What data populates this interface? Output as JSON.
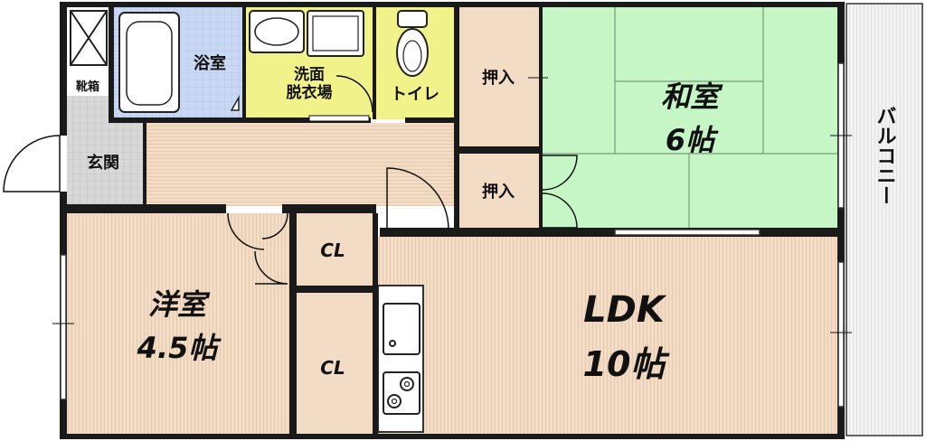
{
  "rooms": {
    "bath": "浴室",
    "washroom_line1": "洗面",
    "washroom_line2": "脱衣場",
    "toilet": "トイレ",
    "closet_top": "押入",
    "closet_mid": "押入",
    "washitsu_name": "和室",
    "washitsu_size": "6帖",
    "genkan": "玄関",
    "shoe_box": "靴箱",
    "cl_top": "CL",
    "cl_bottom": "CL",
    "youshitsu_name": "洋室",
    "youshitsu_size": "4.5帖",
    "ldk_name": "LDK",
    "ldk_size": "10帖",
    "balcony": "バルコニー"
  },
  "colors": {
    "wall": "#1a1a1a",
    "wood_floor": "#f3dcc6",
    "tatami": "#c6f5c6",
    "bath_tile": "#c9d9f5",
    "washroom": "#f2f28a",
    "genkan_tile": "#d6d6d6",
    "balcony": "#f0f0f0"
  }
}
